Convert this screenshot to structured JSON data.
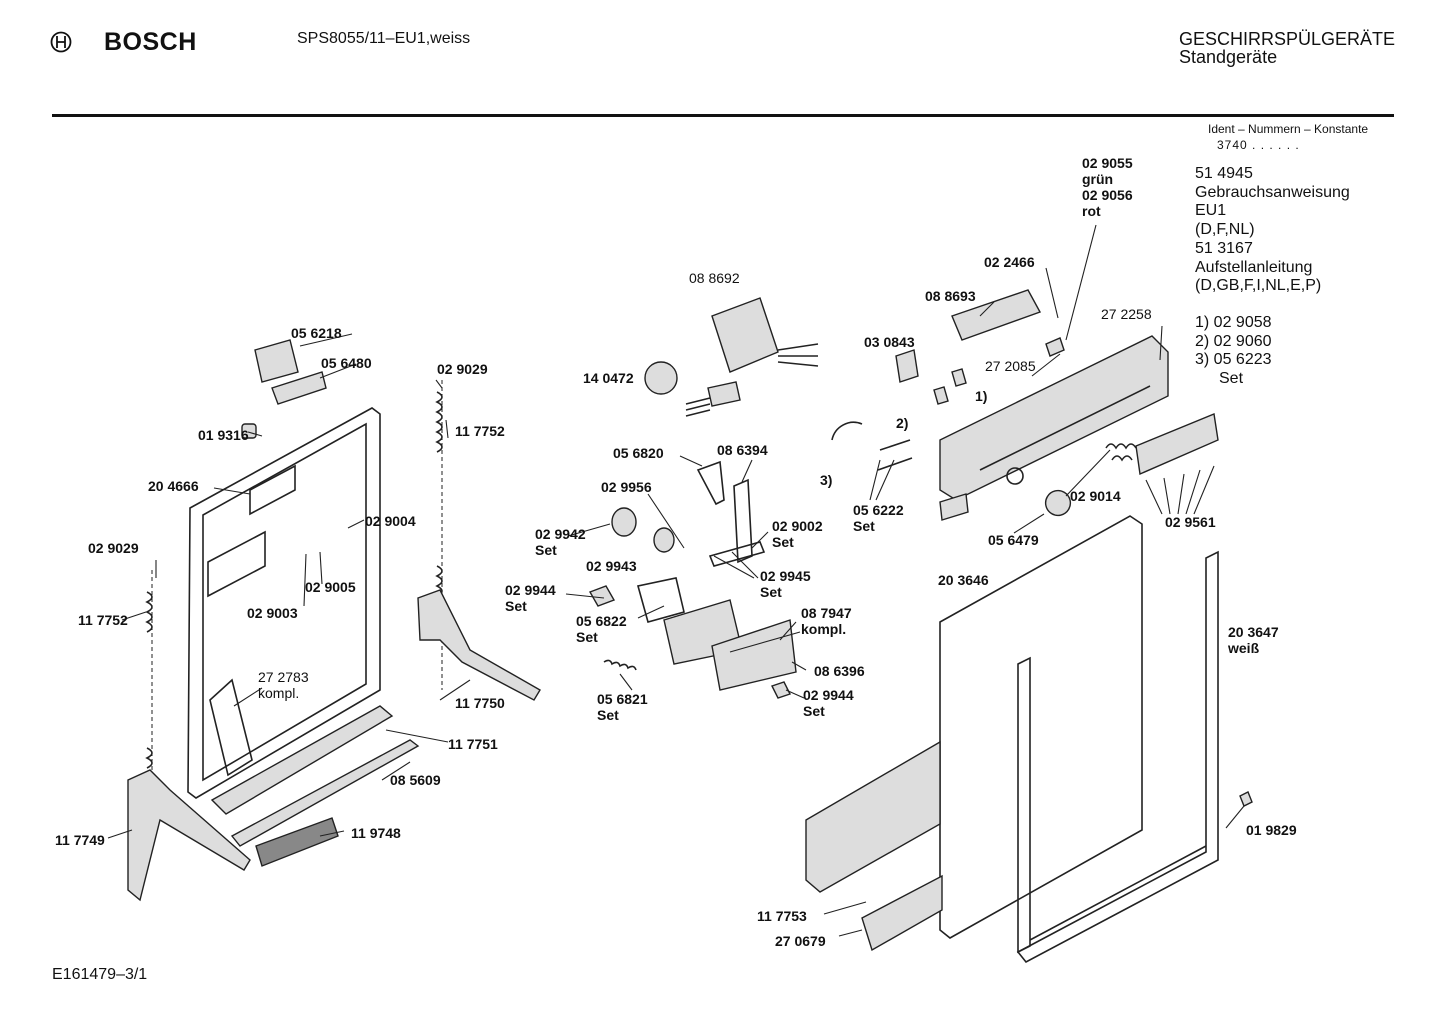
{
  "header": {
    "brand": "BOSCH",
    "model": "SPS8055/11–EU1,weiss",
    "category_line1": "GESCHIRRSPÜLGERÄTE",
    "category_line2": "Standgeräte",
    "ident_label": "Ident – Nummern – Konstante",
    "ident_value": "3740 . . . . . ."
  },
  "notes": [
    "51 4945",
    "Gebrauchsanweisung",
    "EU1",
    "(D,F,NL)",
    "51 3167",
    "Aufstellanleitung",
    "(D,GB,F,I,NL,E,P)"
  ],
  "footnotes": [
    "1)  02 9058",
    "2)  02 9060",
    "3)  05 6223",
    "Set"
  ],
  "footer": {
    "code": "E161479–3/1"
  },
  "part_labels": [
    {
      "id": "p-029055",
      "lines": [
        "02 9055",
        "grün",
        "02 9056",
        "rot"
      ],
      "bold": true
    },
    {
      "id": "p-022466",
      "lines": [
        "02 2466"
      ],
      "bold": true
    },
    {
      "id": "p-088693",
      "lines": [
        "08 8693"
      ],
      "bold": true
    },
    {
      "id": "p-272258",
      "lines": [
        "27 2258"
      ],
      "bold": false
    },
    {
      "id": "p-030843",
      "lines": [
        "03 0843"
      ],
      "bold": true
    },
    {
      "id": "p-272085",
      "lines": [
        "27 2085"
      ],
      "bold": false
    },
    {
      "id": "p-fn1",
      "lines": [
        "1)"
      ],
      "bold": true
    },
    {
      "id": "p-fn2",
      "lines": [
        "2)"
      ],
      "bold": true
    },
    {
      "id": "p-fn3",
      "lines": [
        "3)"
      ],
      "bold": true
    },
    {
      "id": "p-088692",
      "lines": [
        "08 8692"
      ],
      "bold": false
    },
    {
      "id": "p-140472",
      "lines": [
        "14 0472"
      ],
      "bold": true
    },
    {
      "id": "p-056218",
      "lines": [
        "05 6218"
      ],
      "bold": true
    },
    {
      "id": "p-056480",
      "lines": [
        "05 6480"
      ],
      "bold": true
    },
    {
      "id": "p-029029a",
      "lines": [
        "02 9029"
      ],
      "bold": true
    },
    {
      "id": "p-019316",
      "lines": [
        "01 9316"
      ],
      "bold": true
    },
    {
      "id": "p-117752a",
      "lines": [
        "11 7752"
      ],
      "bold": true
    },
    {
      "id": "p-204666",
      "lines": [
        "20 4666"
      ],
      "bold": true
    },
    {
      "id": "p-029004",
      "lines": [
        "02 9004"
      ],
      "bold": true
    },
    {
      "id": "p-029029b",
      "lines": [
        "02 9029"
      ],
      "bold": true
    },
    {
      "id": "p-029005",
      "lines": [
        "02 9005"
      ],
      "bold": true
    },
    {
      "id": "p-029003",
      "lines": [
        "02 9003"
      ],
      "bold": true
    },
    {
      "id": "p-117752b",
      "lines": [
        "11 7752"
      ],
      "bold": true
    },
    {
      "id": "p-272783",
      "lines": [
        "27 2783",
        "kompl."
      ],
      "bold": false
    },
    {
      "id": "p-117750",
      "lines": [
        "11 7750"
      ],
      "bold": true
    },
    {
      "id": "p-117751",
      "lines": [
        "11 7751"
      ],
      "bold": true
    },
    {
      "id": "p-085609",
      "lines": [
        "08 5609"
      ],
      "bold": true
    },
    {
      "id": "p-117749",
      "lines": [
        "11 7749"
      ],
      "bold": true
    },
    {
      "id": "p-119748",
      "lines": [
        "11 9748"
      ],
      "bold": true
    },
    {
      "id": "p-056820",
      "lines": [
        "05 6820"
      ],
      "bold": true
    },
    {
      "id": "p-086394",
      "lines": [
        "08 6394"
      ],
      "bold": true
    },
    {
      "id": "p-029956",
      "lines": [
        "02 9956"
      ],
      "bold": true
    },
    {
      "id": "p-029942",
      "lines": [
        "02 9942",
        "Set"
      ],
      "bold": true
    },
    {
      "id": "p-029002",
      "lines": [
        "02 9002",
        "Set"
      ],
      "bold": true
    },
    {
      "id": "p-029943",
      "lines": [
        "02 9943"
      ],
      "bold": true
    },
    {
      "id": "p-029945",
      "lines": [
        "02 9945",
        "Set"
      ],
      "bold": true
    },
    {
      "id": "p-029944a",
      "lines": [
        "02 9944",
        "Set"
      ],
      "bold": true
    },
    {
      "id": "p-056822",
      "lines": [
        "05 6822",
        "Set"
      ],
      "bold": true
    },
    {
      "id": "p-087947",
      "lines": [
        "08 7947",
        "kompl."
      ],
      "bold": true
    },
    {
      "id": "p-086396",
      "lines": [
        "08 6396"
      ],
      "bold": true
    },
    {
      "id": "p-056821",
      "lines": [
        "05 6821",
        "Set"
      ],
      "bold": true
    },
    {
      "id": "p-029944b",
      "lines": [
        "02 9944",
        "Set"
      ],
      "bold": true
    },
    {
      "id": "p-056222",
      "lines": [
        "05 6222",
        "Set"
      ],
      "bold": true
    },
    {
      "id": "p-029014",
      "lines": [
        "02 9014"
      ],
      "bold": true
    },
    {
      "id": "p-029561",
      "lines": [
        "02 9561"
      ],
      "bold": true
    },
    {
      "id": "p-056479",
      "lines": [
        "05 6479"
      ],
      "bold": true
    },
    {
      "id": "p-203646",
      "lines": [
        "20 3646"
      ],
      "bold": true
    },
    {
      "id": "p-203647",
      "lines": [
        "20 3647",
        "weiß"
      ],
      "bold": true
    },
    {
      "id": "p-019829",
      "lines": [
        "01 9829"
      ],
      "bold": true
    },
    {
      "id": "p-117753",
      "lines": [
        "11 7753"
      ],
      "bold": true
    },
    {
      "id": "p-270679",
      "lines": [
        "27 0679"
      ],
      "bold": true
    }
  ]
}
